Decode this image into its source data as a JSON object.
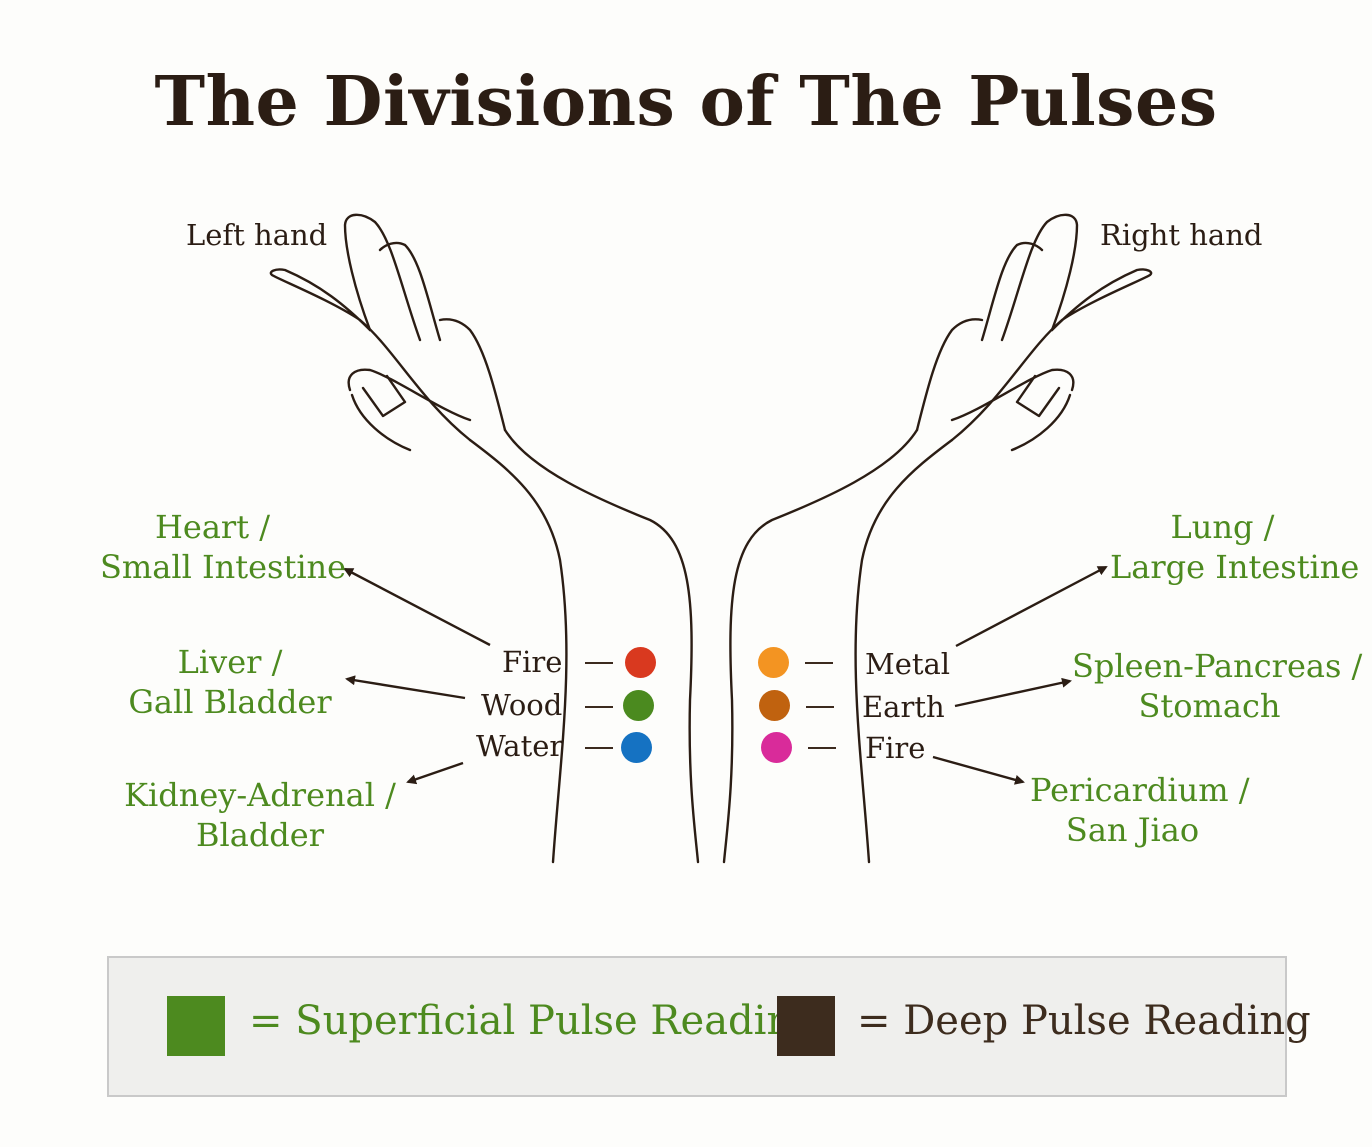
{
  "title": "The Divisions of The Pulses",
  "hands": {
    "left": "Left hand",
    "right": "Right hand"
  },
  "left_side": {
    "elements": [
      {
        "label": "Fire",
        "dot_color": "#d9391f"
      },
      {
        "label": "Wood",
        "dot_color": "#4b8a1f"
      },
      {
        "label": "Water",
        "dot_color": "#1572c2"
      }
    ],
    "organs": [
      {
        "line1": "Heart /",
        "line2": "Small Intestine"
      },
      {
        "line1": "Liver /",
        "line2": "Gall Bladder"
      },
      {
        "line1": "Kidney-Adrenal  /",
        "line2": "Bladder"
      }
    ]
  },
  "right_side": {
    "elements": [
      {
        "label": "Metal",
        "dot_color": "#f39422"
      },
      {
        "label": "Earth",
        "dot_color": "#c0620f"
      },
      {
        "label": "Fire",
        "dot_color": "#d92b9a"
      }
    ],
    "organs": [
      {
        "line1": "Lung /",
        "line2": "Large Intestine"
      },
      {
        "line1": "Spleen-Pancreas /",
        "line2": "Stomach"
      },
      {
        "line1": "Pericardium /",
        "line2": "San Jiao"
      }
    ]
  },
  "legend": {
    "superficial": {
      "text": "= Superficial Pulse Reading",
      "color": "#4d8a1f"
    },
    "deep": {
      "text": "= Deep Pulse Reading",
      "color": "#3d2c1e"
    }
  }
}
